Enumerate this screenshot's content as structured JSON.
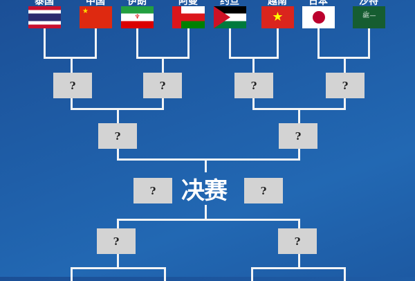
{
  "teams": [
    {
      "name": "泰国",
      "flag": "thailand-flag"
    },
    {
      "name": "中国",
      "flag": "china-flag"
    },
    {
      "name": "伊朗",
      "flag": "iran-flag"
    },
    {
      "name": "阿曼",
      "flag": "oman-flag"
    },
    {
      "name": "约旦",
      "flag": "jordan-flag"
    },
    {
      "name": "越南",
      "flag": "vietnam-flag"
    },
    {
      "name": "日本",
      "flag": "japan-flag"
    },
    {
      "name": "沙特",
      "flag": "saudi-arabia-flag"
    }
  ],
  "placeholder": "?",
  "final_label": "决赛",
  "colors": {
    "background": "#1f5fa9",
    "line": "#f2f4f6",
    "box": "#d3d3d3"
  }
}
